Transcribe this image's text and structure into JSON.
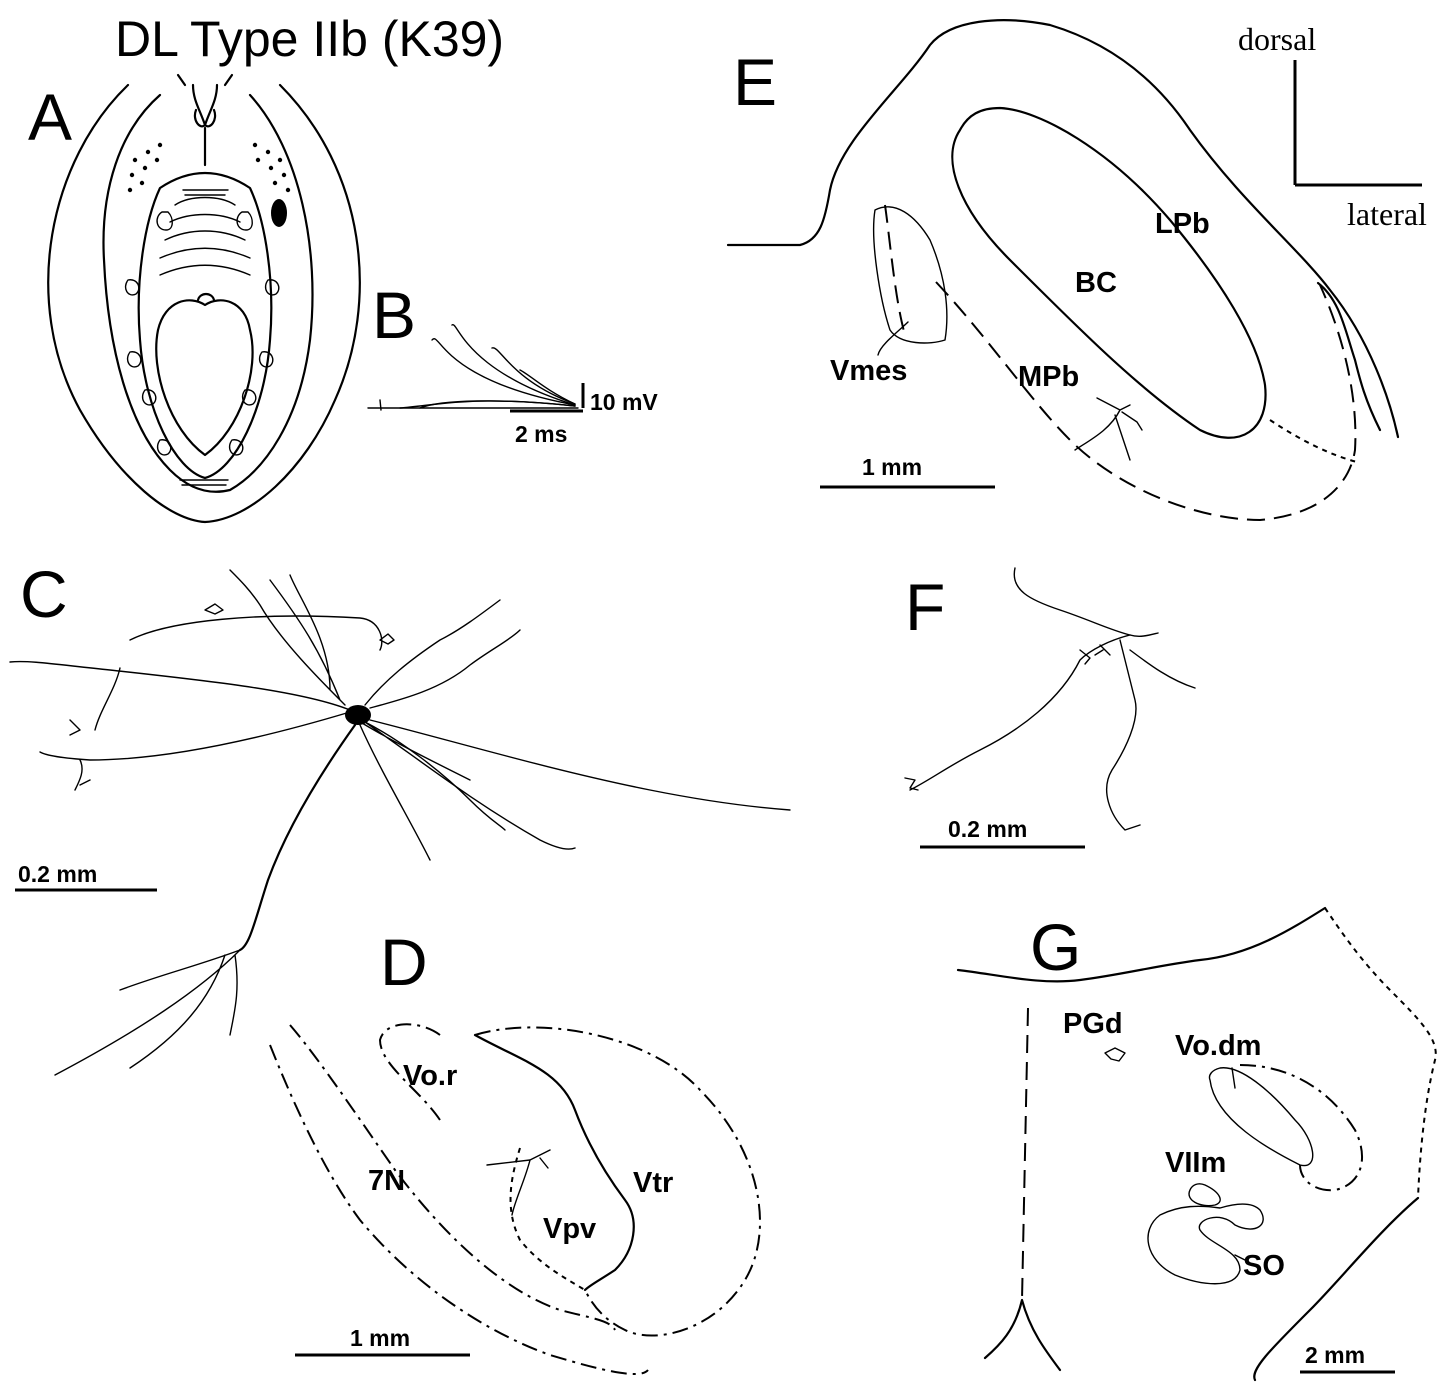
{
  "figure": {
    "title": "DL  Type IIb  (K39)",
    "panels": {
      "A": {
        "label": "A"
      },
      "B": {
        "label": "B",
        "scale_voltage": "10 mV",
        "scale_time": "2 ms"
      },
      "C": {
        "label": "C",
        "scale": "0.2 mm"
      },
      "D": {
        "label": "D",
        "scale": "1 mm",
        "regions": [
          "Vo.r",
          "7N",
          "Vpv",
          "Vtr"
        ]
      },
      "E": {
        "label": "E",
        "scale": "1 mm",
        "regions": [
          "LPb",
          "BC",
          "Vmes",
          "MPb"
        ]
      },
      "F": {
        "label": "F",
        "scale": "0.2 mm"
      },
      "G": {
        "label": "G",
        "scale": "2 mm",
        "regions": [
          "PGd",
          "Vo.dm",
          "VIIm",
          "SO"
        ]
      }
    },
    "orientation": {
      "dorsal": "dorsal",
      "lateral": "lateral"
    }
  }
}
